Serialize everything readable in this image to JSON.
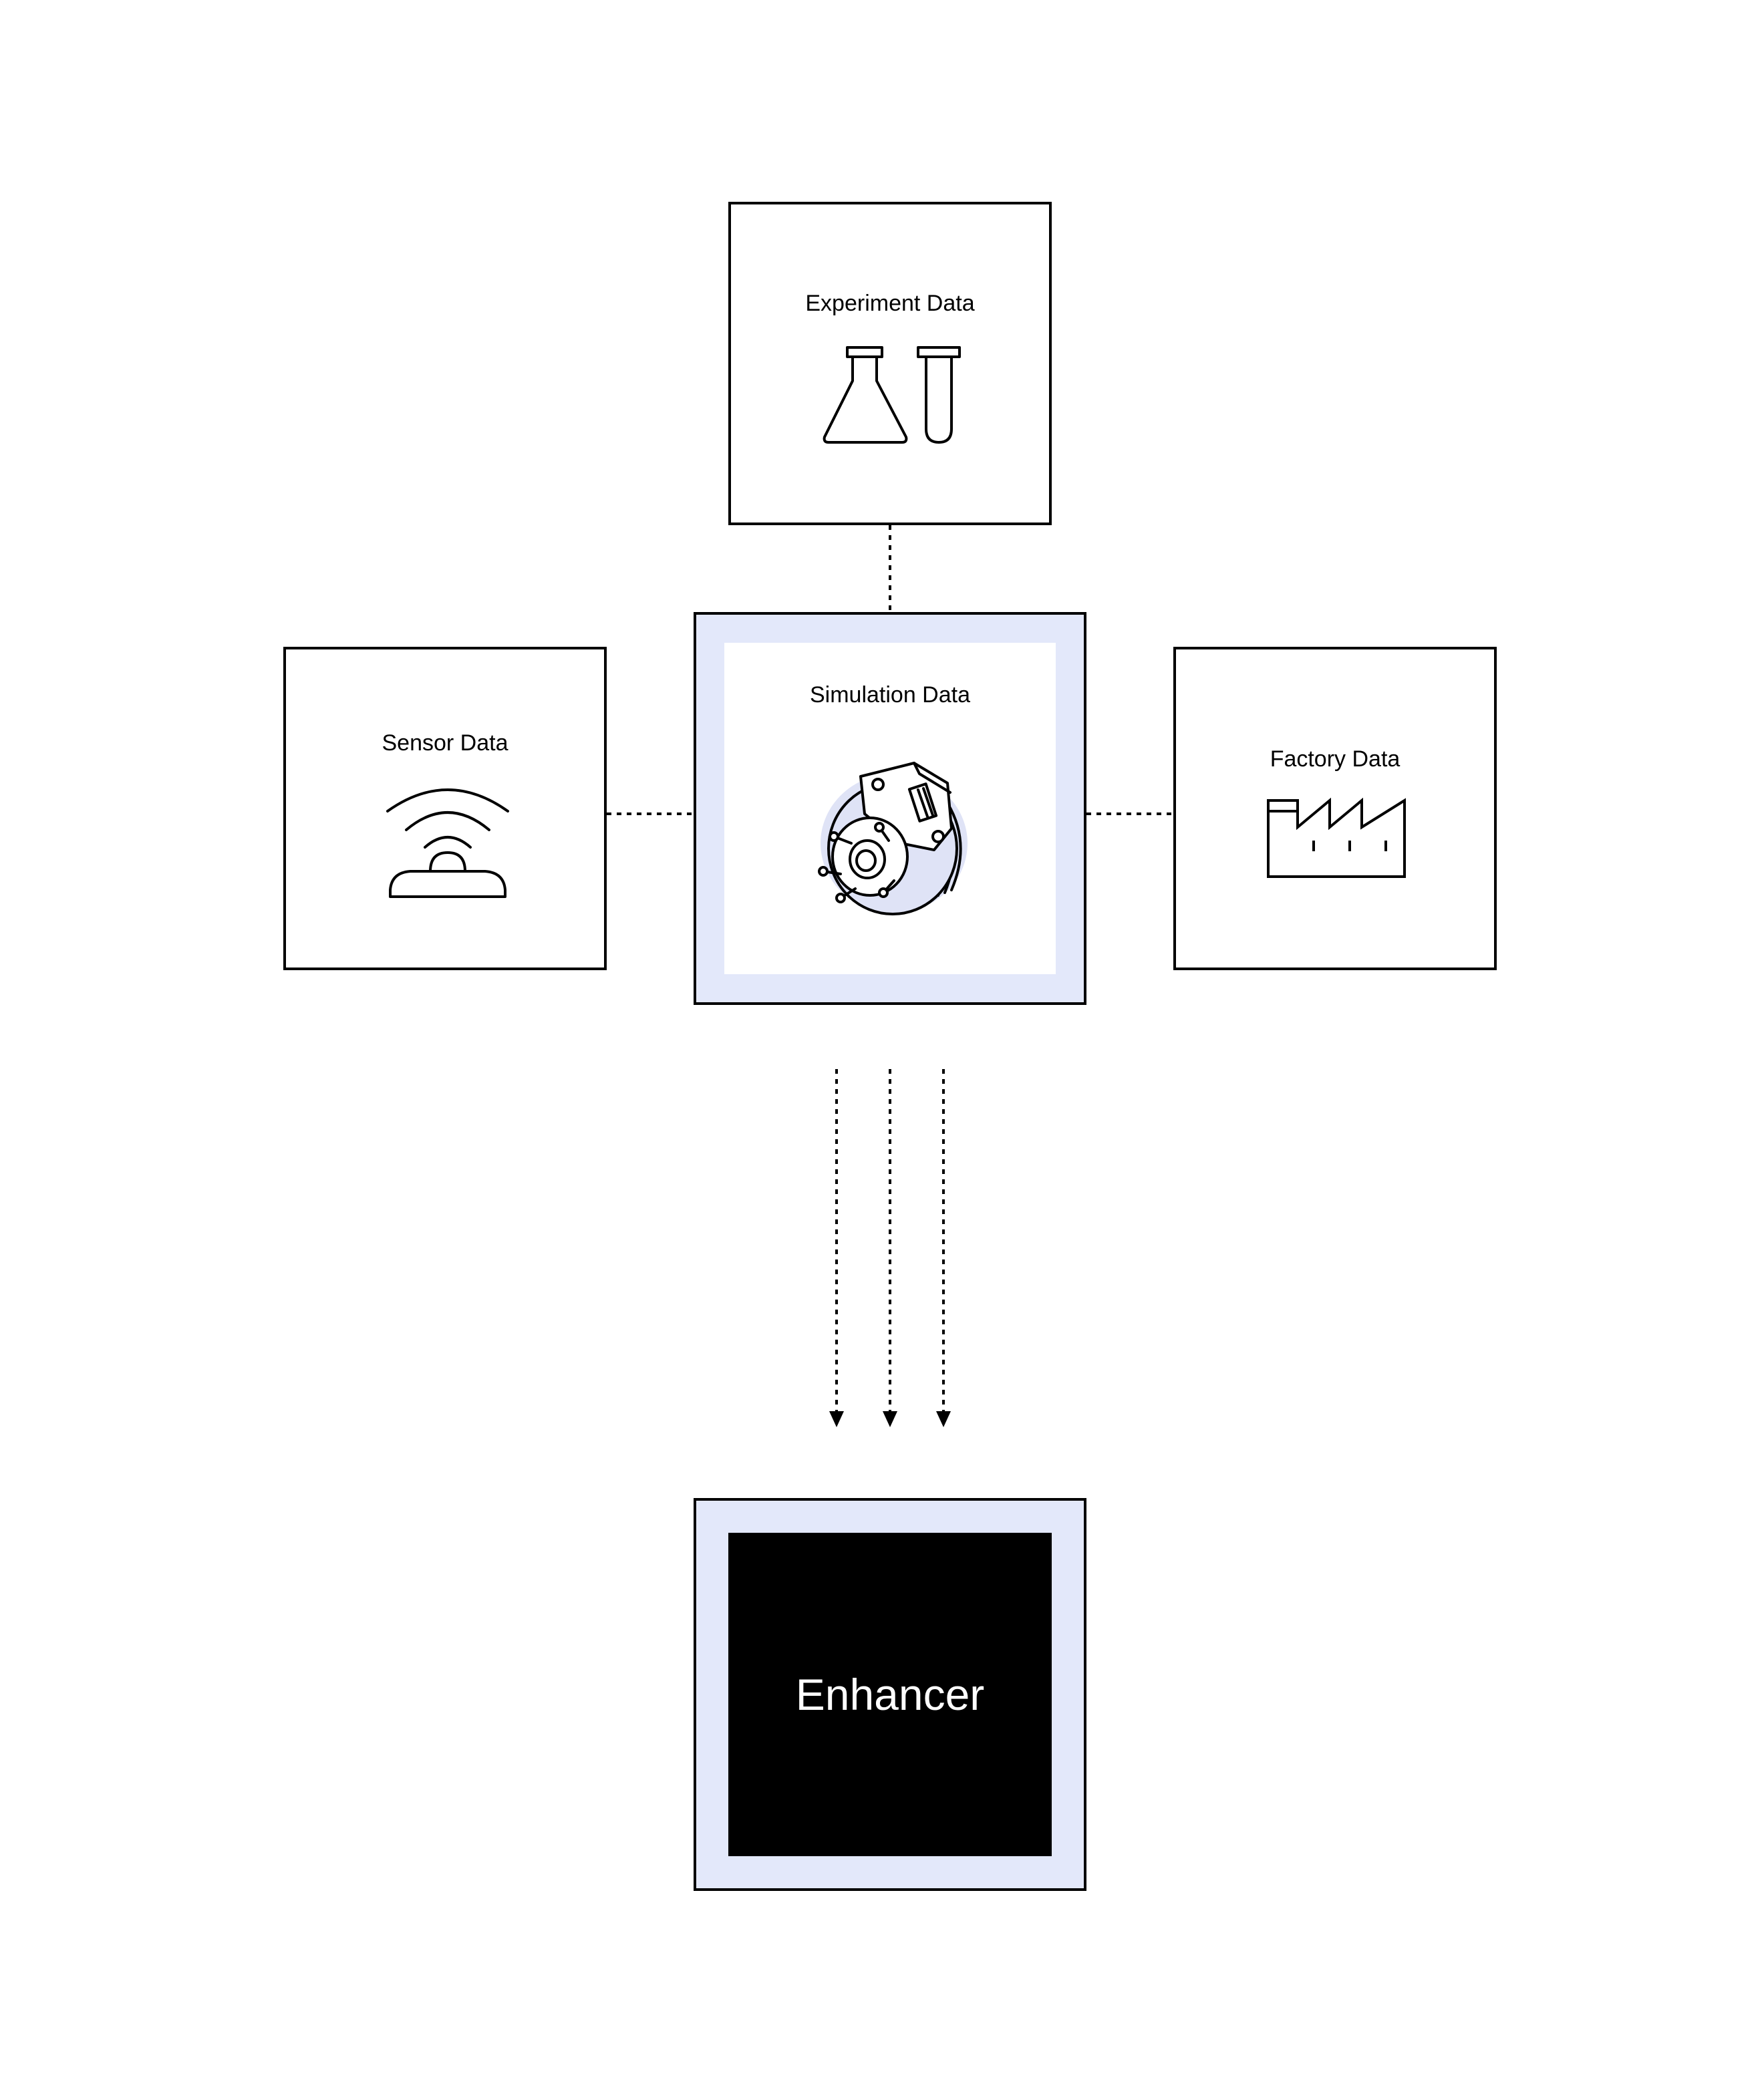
{
  "nodes": {
    "experiment": {
      "label": "Experiment Data",
      "icon": "flask-and-test-tube-icon"
    },
    "sensor": {
      "label": "Sensor Data",
      "icon": "wireless-sensor-icon"
    },
    "simulation": {
      "label": "Simulation Data",
      "icon": "brake-disc-caliper-icon"
    },
    "factory": {
      "label": "Factory Data",
      "icon": "factory-icon"
    },
    "enhancer": {
      "label": "Enhancer"
    }
  },
  "edges": [
    {
      "from": "experiment",
      "to": "simulation",
      "style": "dotted"
    },
    {
      "from": "sensor",
      "to": "simulation",
      "style": "dotted"
    },
    {
      "from": "simulation",
      "to": "factory",
      "style": "dotted"
    },
    {
      "from": "simulation",
      "to": "enhancer",
      "style": "dotted-arrow",
      "count": 3
    }
  ],
  "colors": {
    "highlight_frame": "#e3e8fa",
    "stroke": "#000000",
    "enhancer_fill": "#000000",
    "enhancer_text": "#ffffff",
    "background": "#ffffff"
  }
}
